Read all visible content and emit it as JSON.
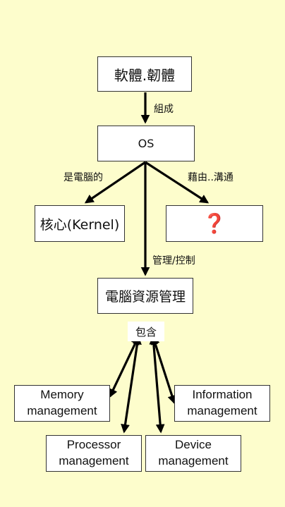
{
  "nodes": {
    "software": "軟體.韌體",
    "os": "OS",
    "kernel": "核心(Kernel)",
    "unknown": "❓",
    "resource_mgmt": "電腦資源管理",
    "memory": [
      "Memory",
      "management"
    ],
    "information": [
      "Information",
      "management"
    ],
    "processor": [
      "Processor",
      "management"
    ],
    "device": [
      "Device",
      "management"
    ]
  },
  "edges": {
    "software_to_os": "組成",
    "os_to_kernel": "是電腦的",
    "os_to_unknown": "藉由..溝通",
    "os_to_resource": "管理/控制",
    "resource_includes": "包含"
  },
  "colors": {
    "background": "#fdfdcc",
    "box_fill": "#ffffff",
    "question_mark": "#dd1111",
    "arrow": "#000000"
  }
}
